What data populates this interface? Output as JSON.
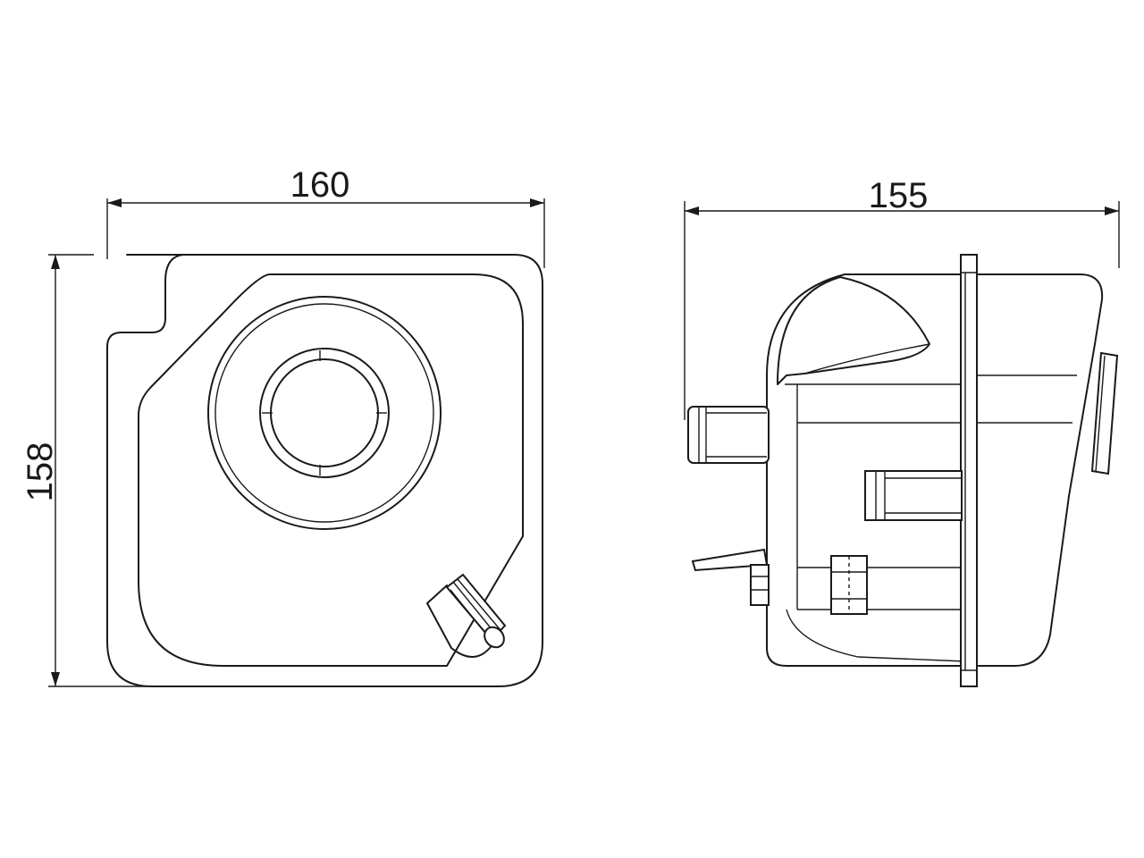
{
  "dimensions": {
    "front_width": "160",
    "front_height": "158",
    "side_width": "155"
  },
  "colors": {
    "line": "#1a1a1a",
    "background": "#ffffff"
  }
}
